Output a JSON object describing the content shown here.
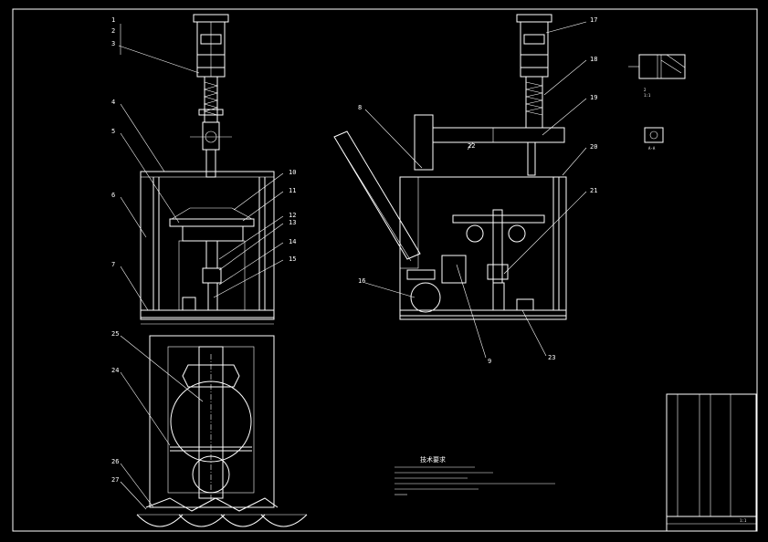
{
  "callouts": {
    "c1": "1",
    "c2": "2",
    "c3": "3",
    "c4": "4",
    "c5": "5",
    "c6": "6",
    "c7": "7",
    "c8": "8",
    "c9": "9",
    "c10": "10",
    "c11": "11",
    "c12": "12",
    "c13": "13",
    "c14": "14",
    "c15": "15",
    "c16": "16",
    "c17": "17",
    "c18": "18",
    "c19": "19",
    "c20": "20",
    "c21": "21",
    "c22": "22",
    "c23": "23",
    "c24": "24",
    "c25": "25",
    "c26": "26",
    "c27": "27"
  },
  "section_labels": {
    "detail_a": "A-A"
  },
  "tech_notes": {
    "title": "技术要求"
  },
  "title_block": {
    "scale": "1:1"
  }
}
